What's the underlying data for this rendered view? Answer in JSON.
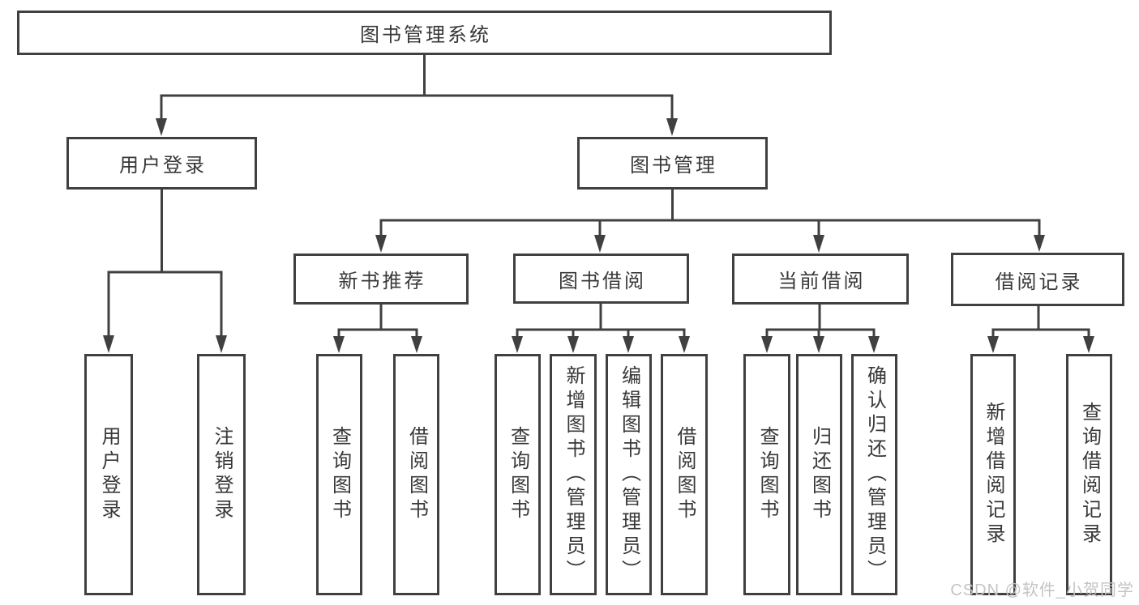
{
  "tree": {
    "label": "图书管理系统",
    "children": [
      {
        "label": "用户登录",
        "children": [
          {
            "label": "用户登录"
          },
          {
            "label": "注销登录"
          }
        ]
      },
      {
        "label": "图书管理",
        "children": [
          {
            "label": "新书推荐",
            "children": [
              {
                "label": "查询图书"
              },
              {
                "label": "借阅图书"
              }
            ]
          },
          {
            "label": "图书借阅",
            "children": [
              {
                "label": "查询图书"
              },
              {
                "label": "新增图书（管理员）"
              },
              {
                "label": "编辑图书（管理员）"
              },
              {
                "label": "借阅图书"
              }
            ]
          },
          {
            "label": "当前借阅",
            "children": [
              {
                "label": "查询图书"
              },
              {
                "label": "归还图书"
              },
              {
                "label": "确认归还（管理员）"
              }
            ]
          },
          {
            "label": "借阅记录",
            "children": [
              {
                "label": "新增借阅记录"
              },
              {
                "label": "查询借阅记录"
              }
            ]
          }
        ]
      }
    ]
  },
  "watermark": "CSDN @软件_小贺同学",
  "colors": {
    "line": "#404040",
    "text": "#383838",
    "box_background": "#ffffff",
    "watermark": "#c4c4c4",
    "page_background": "#ffffff"
  }
}
